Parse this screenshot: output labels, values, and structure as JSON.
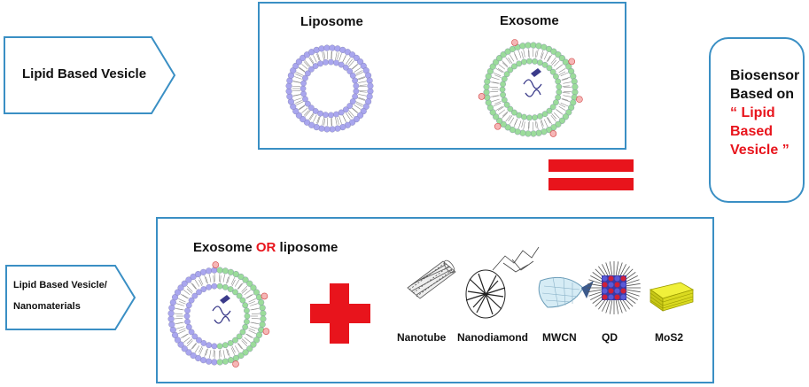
{
  "top_arrow": {
    "label": "Lipid Based Vesicle"
  },
  "top_box": {
    "liposome_label": "Liposome",
    "exosome_label": "Exosome"
  },
  "result_box": {
    "line1": "Biosensor",
    "line2": "Based on",
    "line3": "“ Lipid",
    "line4": "Based",
    "line5": "Vesicle ”"
  },
  "bottom_arrow": {
    "line1": "Lipid Based Vesicle/",
    "line2": "Nanomaterials"
  },
  "bottom_box": {
    "title_part1": "Exosome ",
    "title_or": "OR",
    "title_part2": " liposome",
    "materials": [
      "Nanotube",
      "Nanodiamond",
      "MWCN",
      "QD",
      "MoS2"
    ]
  },
  "colors": {
    "box_border": "#3a8fc4",
    "liposome": "#a9a6ee",
    "exosome": "#9bdc9b",
    "accent_red": "#e8141c",
    "mos2": "#e6e61e"
  }
}
